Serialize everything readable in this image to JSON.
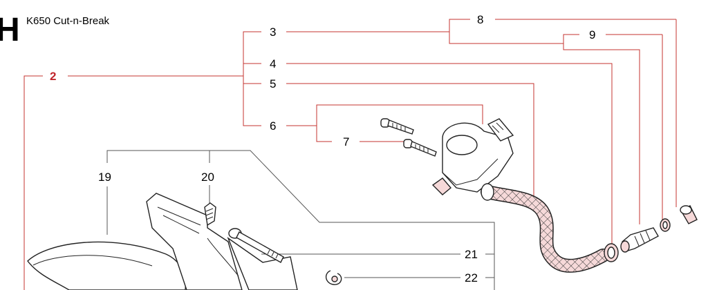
{
  "header": {
    "section_letter": "H",
    "title": "K650 Cut-n-Break"
  },
  "colors": {
    "leader_line": "#c4332f",
    "group_line": "#555555",
    "highlight_callout": "#c0262c",
    "part_outline": "#222222",
    "hose_tint": "#f6d9d9"
  },
  "callouts": [
    "2",
    "3",
    "4",
    "5",
    "6",
    "7",
    "8",
    "9",
    "19",
    "20",
    "21",
    "22"
  ]
}
